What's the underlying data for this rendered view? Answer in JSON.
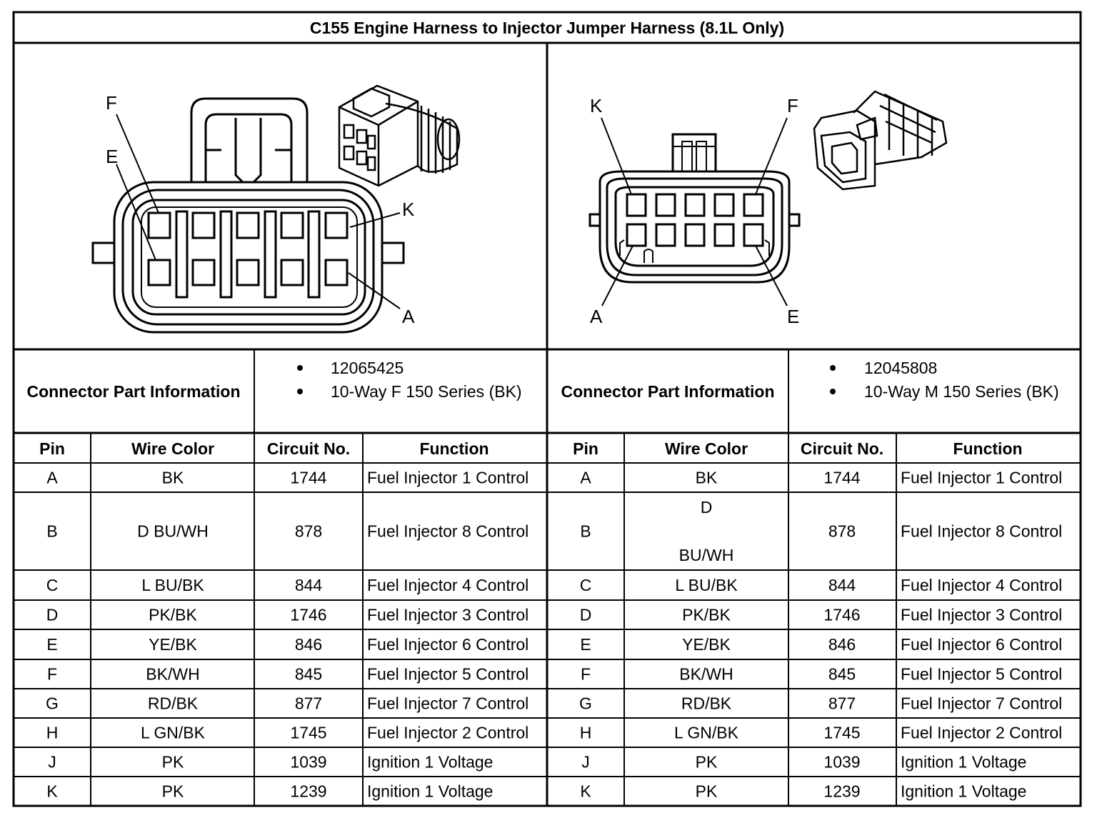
{
  "title": "C155 Engine Harness to Injector Jumper Harness (8.1L Only)",
  "left": {
    "diagram": {
      "callouts": [
        "F",
        "E",
        "K",
        "A"
      ]
    },
    "part_info_label": "Connector Part Information",
    "part_info": [
      "12065425",
      "10-Way F 150 Series (BK)"
    ]
  },
  "right": {
    "diagram": {
      "callouts": [
        "K",
        "F",
        "A",
        "E"
      ]
    },
    "part_info_label": "Connector Part Information",
    "part_info": [
      "12045808",
      "10-Way M 150 Series (BK)"
    ]
  },
  "columns": [
    "Pin",
    "Wire Color",
    "Circuit No.",
    "Function"
  ],
  "left_rows": [
    [
      "A",
      "BK",
      "1744",
      "Fuel Injector 1 Control"
    ],
    [
      "B",
      "D BU/WH",
      "878",
      "Fuel Injector 8 Control"
    ],
    [
      "C",
      "L BU/BK",
      "844",
      "Fuel Injector 4 Control"
    ],
    [
      "D",
      "PK/BK",
      "1746",
      "Fuel Injector 3 Control"
    ],
    [
      "E",
      "YE/BK",
      "846",
      "Fuel Injector 6 Control"
    ],
    [
      "F",
      "BK/WH",
      "845",
      "Fuel Injector 5 Control"
    ],
    [
      "G",
      "RD/BK",
      "877",
      "Fuel Injector 7 Control"
    ],
    [
      "H",
      "L GN/BK",
      "1745",
      "Fuel Injector 2 Control"
    ],
    [
      "J",
      "PK",
      "1039",
      "Ignition 1 Voltage"
    ],
    [
      "K",
      "PK",
      "1239",
      "Ignition 1 Voltage"
    ]
  ],
  "right_rows": [
    [
      "A",
      "BK",
      "1744",
      "Fuel Injector 1 Control"
    ],
    [
      "B",
      "D\nBU/WH",
      "878",
      "Fuel Injector 8 Control"
    ],
    [
      "C",
      "L BU/BK",
      "844",
      "Fuel Injector 4 Control"
    ],
    [
      "D",
      "PK/BK",
      "1746",
      "Fuel Injector 3 Control"
    ],
    [
      "E",
      "YE/BK",
      "846",
      "Fuel Injector 6 Control"
    ],
    [
      "F",
      "BK/WH",
      "845",
      "Fuel Injector 5 Control"
    ],
    [
      "G",
      "RD/BK",
      "877",
      "Fuel Injector 7 Control"
    ],
    [
      "H",
      "L GN/BK",
      "1745",
      "Fuel Injector 2 Control"
    ],
    [
      "J",
      "PK",
      "1039",
      "Ignition 1 Voltage"
    ],
    [
      "K",
      "PK",
      "1239",
      "Ignition 1 Voltage"
    ]
  ]
}
